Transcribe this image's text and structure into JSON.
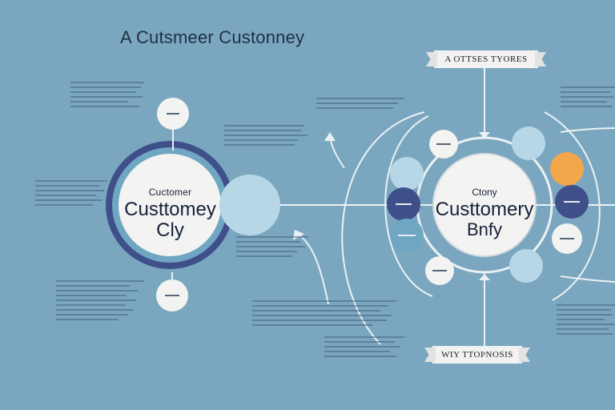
{
  "title": "A Cutsmeer Custonney",
  "ribbon_top": "A OTTSES TYORES",
  "ribbon_bottom": "WIY TTOPNOSIS",
  "left_hub": {
    "line1": "Cuctomer",
    "line2": "Custtomey",
    "line3": "Cly"
  },
  "right_hub": {
    "line1": "Ctony",
    "line2": "Custtomery",
    "line3": "Bnfy"
  },
  "colors": {
    "background": "#7aa7bf",
    "navy": "#3f4f8a",
    "teal": "#6fa6c2",
    "light_blue": "#b8d7e6",
    "orange": "#f3a64a",
    "white": "#f3f3f1"
  }
}
